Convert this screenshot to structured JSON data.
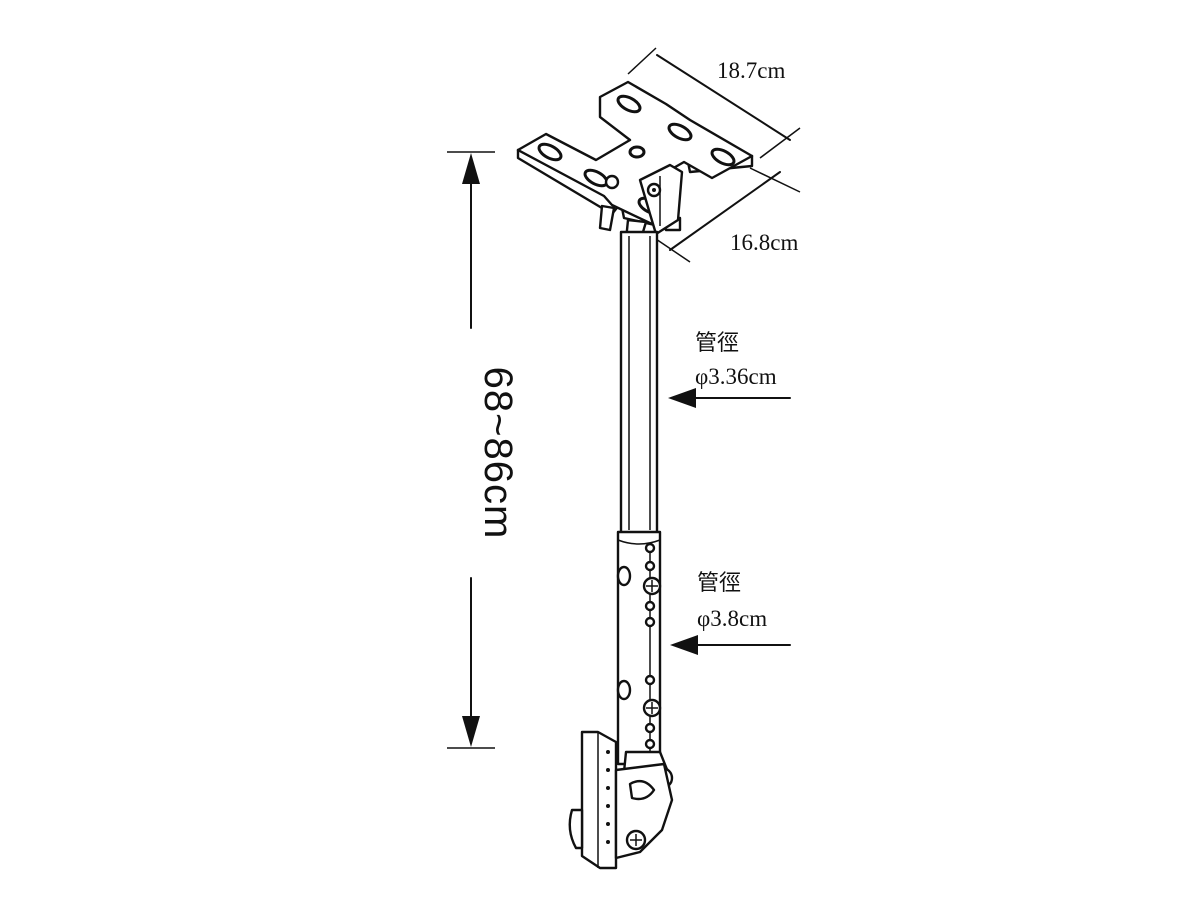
{
  "dimensions": {
    "height": "68~86cm",
    "bracket_width": "18.7cm",
    "bracket_depth": "16.8cm"
  },
  "upper_tube": {
    "label": "管徑",
    "diameter": "φ3.36cm"
  },
  "lower_tube": {
    "label": "管徑",
    "diameter": "φ3.8cm"
  }
}
